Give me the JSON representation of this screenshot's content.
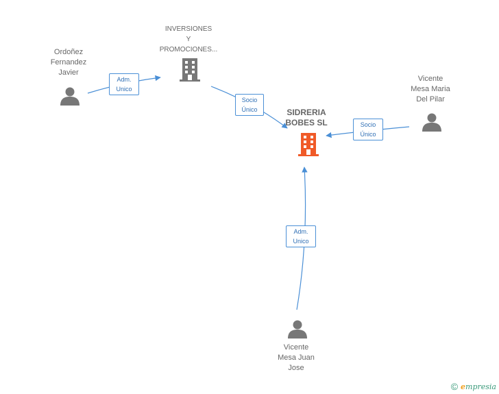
{
  "nodes": {
    "ordonez": {
      "label": "Ordoñez\nFernandez\nJavier",
      "icon": "person-icon"
    },
    "inversiones": {
      "label": "INVERSIONES\nY\nPROMOCIONES...",
      "icon": "building-icon"
    },
    "sidreria": {
      "label": "SIDRERIA\nBOBES SL",
      "icon": "building-icon"
    },
    "vicente_maria": {
      "label": "Vicente\nMesa Maria\nDel Pilar",
      "icon": "person-icon"
    },
    "vicente_juan": {
      "label": "Vicente\nMesa Juan\nJose",
      "icon": "person-icon"
    }
  },
  "edges": {
    "ordonez_to_inversiones": "Adm.\nUnico",
    "inversiones_to_sidreria": "Socio\nÚnico",
    "vicente_maria_to_sidreria": "Socio\nÚnico",
    "vicente_juan_to_sidreria": "Adm.\nUnico"
  },
  "colors": {
    "edge": "#4a8fd6",
    "icon_gray": "#777777",
    "focus_building": "#f05a28",
    "brand": "#3a9a7a"
  },
  "footer": {
    "copyright": "©",
    "brand_e": "e",
    "brand_rest": "mpresia"
  }
}
